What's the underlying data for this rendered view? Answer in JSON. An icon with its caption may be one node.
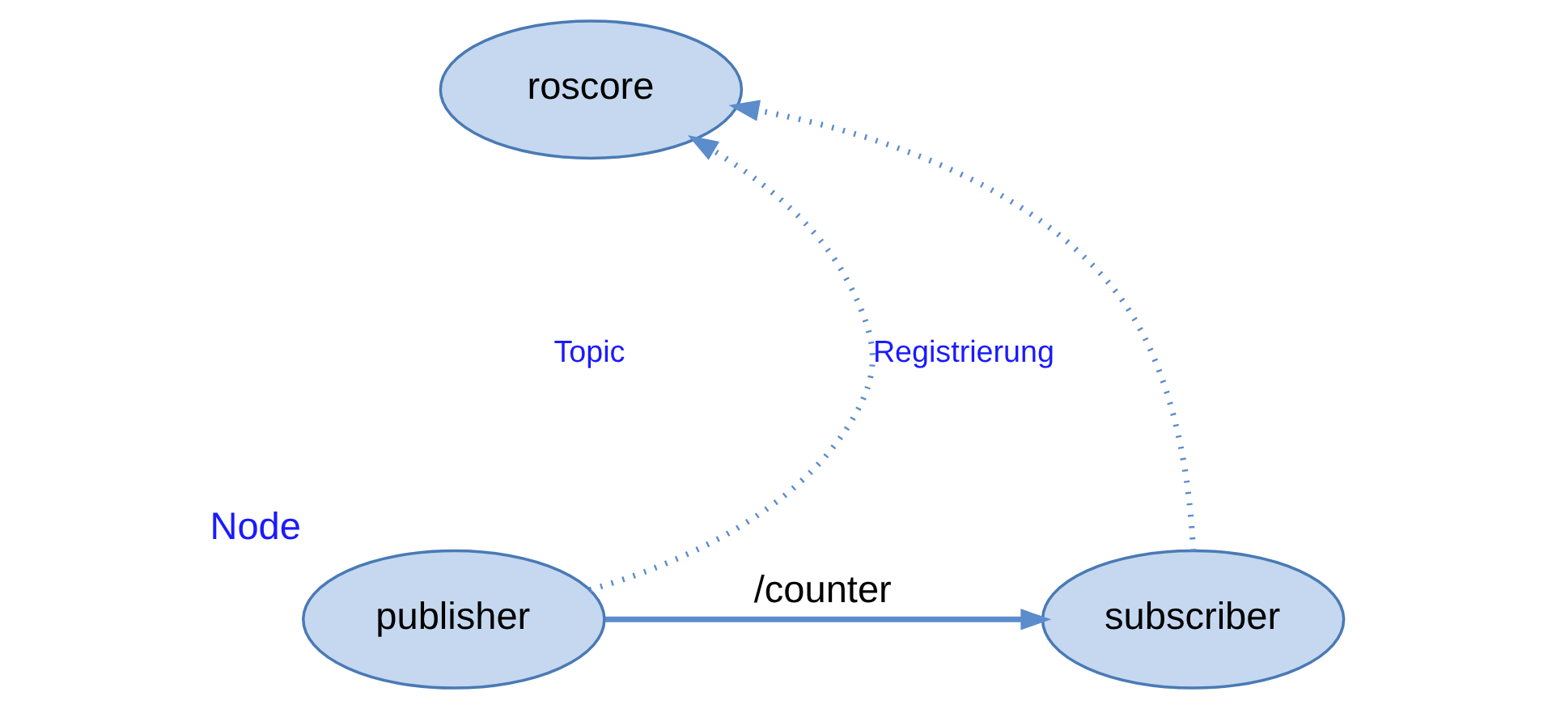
{
  "diagram": {
    "nodes": [
      {
        "text": [
          "roscore"
        ]
      },
      {
        "text": [
          "publisher"
        ],
        "beside": [
          "Node"
        ]
      },
      {
        "text": [
          "subscriber"
        ]
      }
    ],
    "edges": [
      {
        "from": 1,
        "to": 0,
        "arrow": "to",
        "style": "dashed",
        "label": "Registrierung"
      },
      {
        "from": 2,
        "to": 0,
        "arrow": "to",
        "style": "dashed"
      },
      {
        "from": 1,
        "to": 2,
        "arrow": "to",
        "label": "/counter"
      }
    ],
    "labels": [
      "Topic"
    ]
  }
}
